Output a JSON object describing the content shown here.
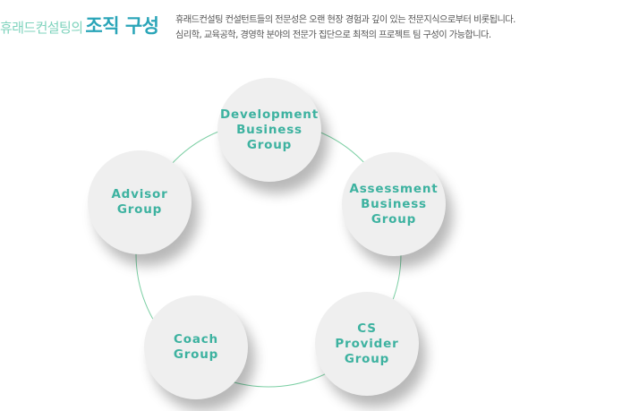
{
  "header": {
    "title_prefix": "휴래드컨설팅의",
    "title_main": "조직 구성",
    "description_lines": [
      "휴래드컨설팅 컨설턴트들의 전문성은 오랜 현장 경험과 깊이 있는 전문지식으로부터 비롯됩니다.",
      "심리학, 교육공학, 경영학 분야의 전문가 집단으로 최적의  프로젝트 팀 구성이 가능합니다."
    ]
  },
  "diagram": {
    "nodes": [
      {
        "id": "development",
        "label": "Development\nBusiness\nGroup"
      },
      {
        "id": "assessment",
        "label": "Assessment\nBusiness\nGroup"
      },
      {
        "id": "cs-provider",
        "label": "CS\nProvider\nGroup"
      },
      {
        "id": "coach",
        "label": "Coach\nGroup"
      },
      {
        "id": "advisor",
        "label": "Advisor\nGroup"
      }
    ],
    "colors": {
      "node_fill": "#efefef",
      "label": "#3db2a0",
      "ring": "#7ccfa4",
      "title_prefix": "#7fd3bd",
      "title_main": "#2aa5b8"
    }
  }
}
